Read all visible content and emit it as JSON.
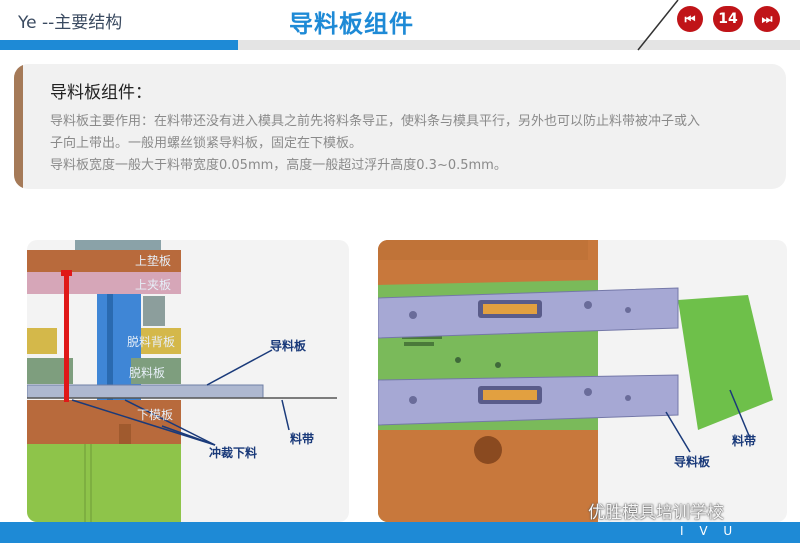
{
  "header": {
    "left_text": "Ye --主要结构",
    "title": "导料板组件",
    "page_number": "14"
  },
  "nav": {
    "prev_icon": "skip-previous-icon",
    "next_icon": "skip-next-icon"
  },
  "content": {
    "heading": "导料板组件：",
    "lines": [
      "导料板主要作用：在料带还没有进入模具之前先将料条导正，使料条与模具平行，另外也可以防止料带被冲子或入",
      "子向上带出。一般用螺丝锁紧导料板，固定在下模板。",
      "导料板宽度一般大于料带宽度0.05mm，高度一般超过浮升高度0.3~0.5mm。"
    ]
  },
  "figure_left": {
    "plate_labels": [
      "上垫板",
      "上夹板",
      "脱料背板",
      "脱料板",
      "下模板"
    ],
    "callouts": {
      "guide_plate": "导料板",
      "strip": "料带",
      "punch": "冲裁下料"
    }
  },
  "figure_right": {
    "callouts": {
      "strip": "料带",
      "guide_plate": "导料板"
    }
  },
  "footer": {
    "text": "I V U",
    "watermark": "优胜模具培训学校"
  },
  "colors": {
    "accent_blue": "#1e8ad6",
    "nav_red": "#c01418",
    "callout_navy": "#1a3a7a"
  }
}
